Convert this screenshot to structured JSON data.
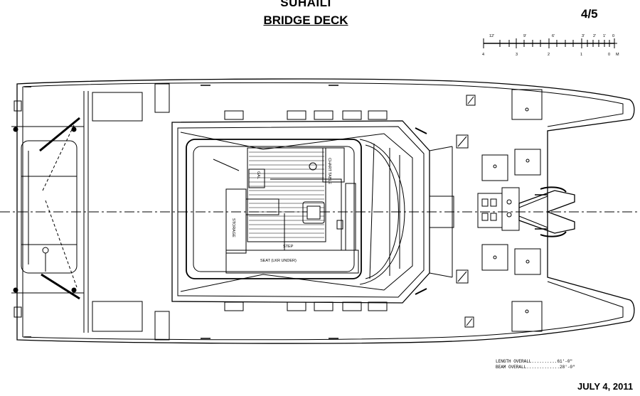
{
  "header": {
    "boat_name": "SUHAILI",
    "drawing_title": "BRIDGE DECK",
    "sheet": "4/5",
    "date": "JULY 4, 2011"
  },
  "scale_bar": {
    "feet_labels": [
      "12'",
      "9'",
      "6'",
      "3'",
      "2'",
      "1'",
      "0"
    ],
    "meter_labels": [
      "4",
      "3",
      "2",
      "1",
      "0"
    ],
    "meter_unit": "M"
  },
  "labels": {
    "storage": "STORAGE",
    "step": "STEP",
    "seat": "SEAT (LKR UNDER)",
    "chart_table": "CHART TABLE",
    "galley": "GAL"
  },
  "specs": {
    "length": {
      "label": "LENGTH OVERALL",
      "value": "61'-0\""
    },
    "beam": {
      "label": "BEAM OVERALL",
      "value": "28'-0\""
    }
  }
}
